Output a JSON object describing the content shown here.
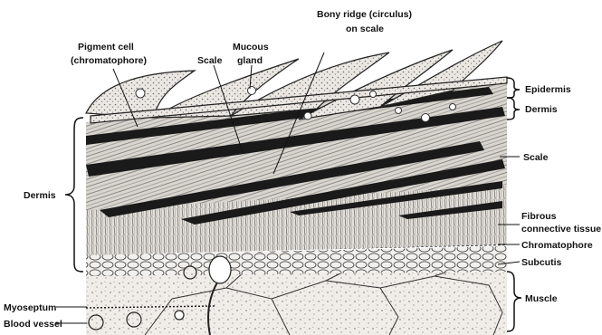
{
  "labels": {
    "pigment_cell_1": "Pigment cell",
    "pigment_cell_2": "(chromatophore)",
    "scale_top": "Scale",
    "mucous_gland_1": "Mucous",
    "mucous_gland_2": "gland",
    "bony_ridge_1": "Bony ridge (circulus)",
    "bony_ridge_2": "on scale",
    "epidermis": "Epidermis",
    "dermis_right": "Dermis",
    "scale_right": "Scale",
    "fibrous_1": "Fibrous",
    "fibrous_2": "connective tissue",
    "chromatophore": "Chromatophore",
    "subcutis": "Subcutis",
    "muscle": "Muscle",
    "dermis_left": "Dermis",
    "myoseptum": "Myoseptum",
    "blood_vessel": "Blood vessel"
  },
  "colors": {
    "ink": "#111111",
    "tissue_light": "#e9e6e1",
    "tissue_mid": "#c9c5bf",
    "scale_dark": "#1a1a1a",
    "paper": "#ffffff"
  }
}
